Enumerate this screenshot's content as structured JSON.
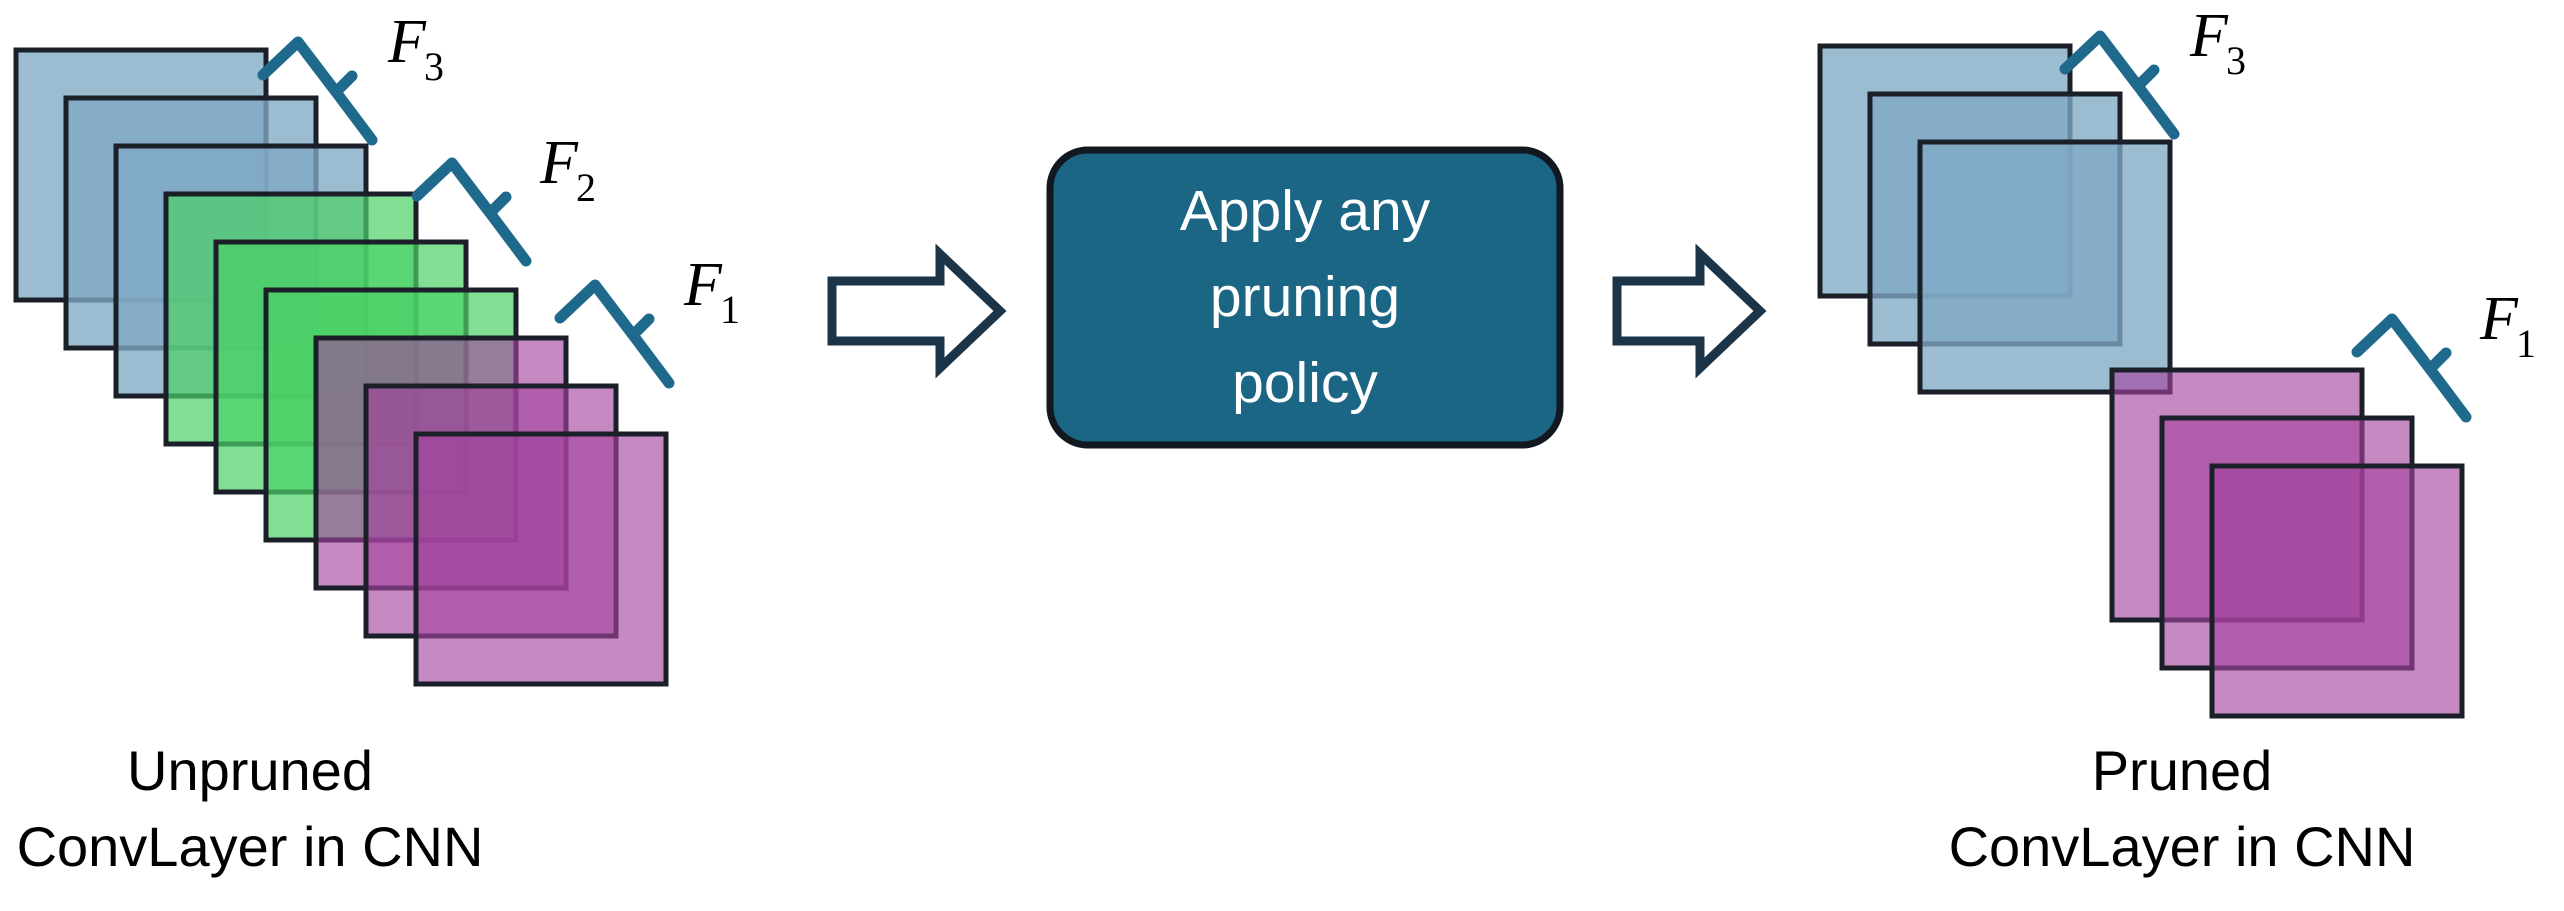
{
  "figure": {
    "title": "CNN ConvLayer filter pruning diagram",
    "background": "#ffffff"
  },
  "palette": {
    "blue_fill": "#7FA9C4",
    "green_fill": "#5ED47A",
    "purple_fill": "#A96BA8",
    "square_stroke": "#1b1f28",
    "brace_color": "#1f6a8c",
    "policy_box_fill": "#1b6585",
    "policy_box_stroke": "#121820",
    "policy_text_color": "#ffffff",
    "arrow_fill": "#ffffff",
    "arrow_stroke": "#1b3448",
    "text_color": "#000000"
  },
  "left_stack": {
    "caption_line1": "Unpruned",
    "caption_line2": "ConvLayer in CNN",
    "groups": [
      {
        "name": "F3",
        "label": "F",
        "subscript": "3",
        "color": "blue_fill",
        "count": 3
      },
      {
        "name": "F2",
        "label": "F",
        "subscript": "2",
        "color": "green_fill",
        "count": 3
      },
      {
        "name": "F1",
        "label": "F",
        "subscript": "1",
        "color": "purple_fill",
        "count": 3
      }
    ],
    "brace_labels": [
      "F3",
      "F2",
      "F1"
    ]
  },
  "right_stack": {
    "caption_line1": "Pruned",
    "caption_line2": "ConvLayer in CNN",
    "groups": [
      {
        "name": "F3",
        "label": "F",
        "subscript": "3",
        "color": "blue_fill",
        "count": 3
      },
      {
        "name": "F1",
        "label": "F",
        "subscript": "1",
        "color": "purple_fill",
        "count": 3
      }
    ],
    "brace_labels": [
      "F3",
      "F1"
    ]
  },
  "center": {
    "policy_line1": "Apply any",
    "policy_line2": "pruning",
    "policy_line3": "policy",
    "arrow_left_name": "arrow-right-1",
    "arrow_right_name": "arrow-right-2"
  },
  "labels": {
    "F_letter": "F",
    "sub_1": "1",
    "sub_2": "2",
    "sub_3": "3"
  }
}
